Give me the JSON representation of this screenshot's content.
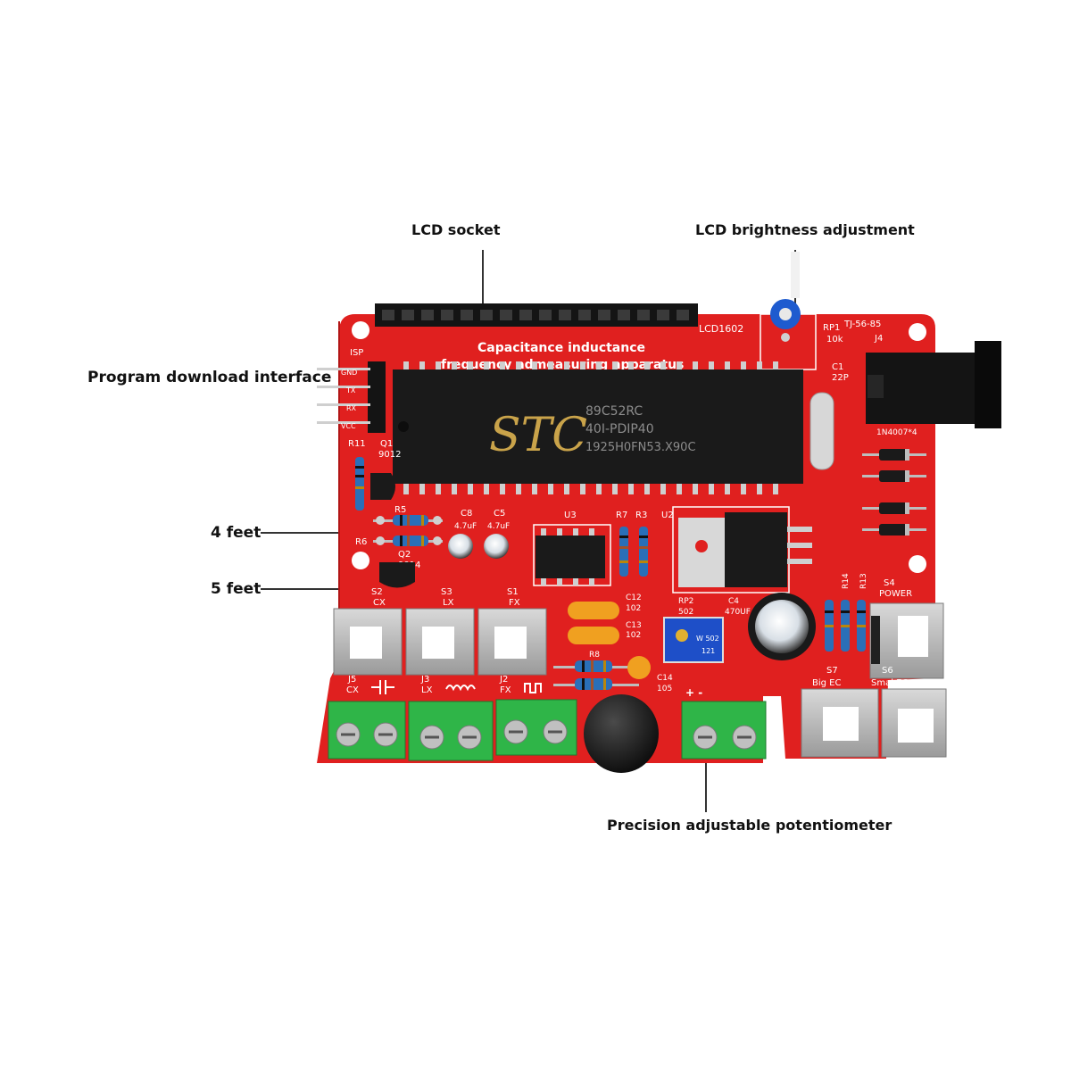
{
  "callouts": {
    "lcd_socket": "LCD socket",
    "lcd_brightness": "LCD brightness adjustment",
    "program_download": "Program download interface",
    "four_feet": "4 feet",
    "five_feet": "5 feet",
    "potentiometer": "Precision adjustable potentiometer"
  },
  "board": {
    "title_line1": "Capacitance inductance",
    "title_line2": "frequency admeasuring apparatus",
    "lcd_label": "LCD1602",
    "model": "TJ-56-85",
    "mcu_brand": "STC",
    "mcu_line1": "89C52RC",
    "mcu_line2": "40I-PDIP40",
    "mcu_line3": "1925H0FN53.X90C",
    "isp_label": "ISP",
    "isp_pins": [
      "GND",
      "TX",
      "RX",
      "VCC"
    ],
    "labels": {
      "rp1": "RP1",
      "rp1_value": "10k",
      "c1": "C1",
      "c1_value": "22P",
      "j4": "J4",
      "diode": "1N4007*4",
      "r11": "R11",
      "q1": "Q1",
      "q1_value": "9012",
      "r5": "R5",
      "r6": "R6",
      "q2": "Q2",
      "q2_value": "9014",
      "c8": "C8",
      "c8_value": "4.7uF",
      "c5": "C5",
      "c5_value": "4.7uF",
      "u3": "U3",
      "r7": "R7",
      "r3": "R3",
      "u2": "U2",
      "r14": "R14",
      "r13": "R13",
      "s4": "S4",
      "s4_name": "POWER",
      "s2": "S2",
      "s2_name": "CX",
      "s3": "S3",
      "s3_name": "LX",
      "s1": "S1",
      "s1_name": "FX",
      "c12": "C12",
      "c12_value": "102",
      "c13": "C13",
      "c13_value": "102",
      "rp2": "RP2",
      "rp2_value": "502",
      "c4": "C4",
      "c4_value": "470UF",
      "r8": "R8",
      "c14": "C14",
      "c14_value": "105",
      "pot_marking_1": "W 502",
      "pot_marking_2": "121",
      "s7": "S7",
      "s7_name": "Big EC",
      "s6": "S6",
      "s6_name": "Smal EC",
      "j5": "J5",
      "j5_name": "CX",
      "j3": "J3",
      "j3_name": "LX",
      "j2": "J2",
      "j2_name": "FX",
      "plus_minus": "+ -"
    }
  },
  "colors": {
    "pcb": "#e0201f",
    "terminal": "#2fb548",
    "chip": "#1a1a1a",
    "mcu_text": "#c9a34a"
  }
}
